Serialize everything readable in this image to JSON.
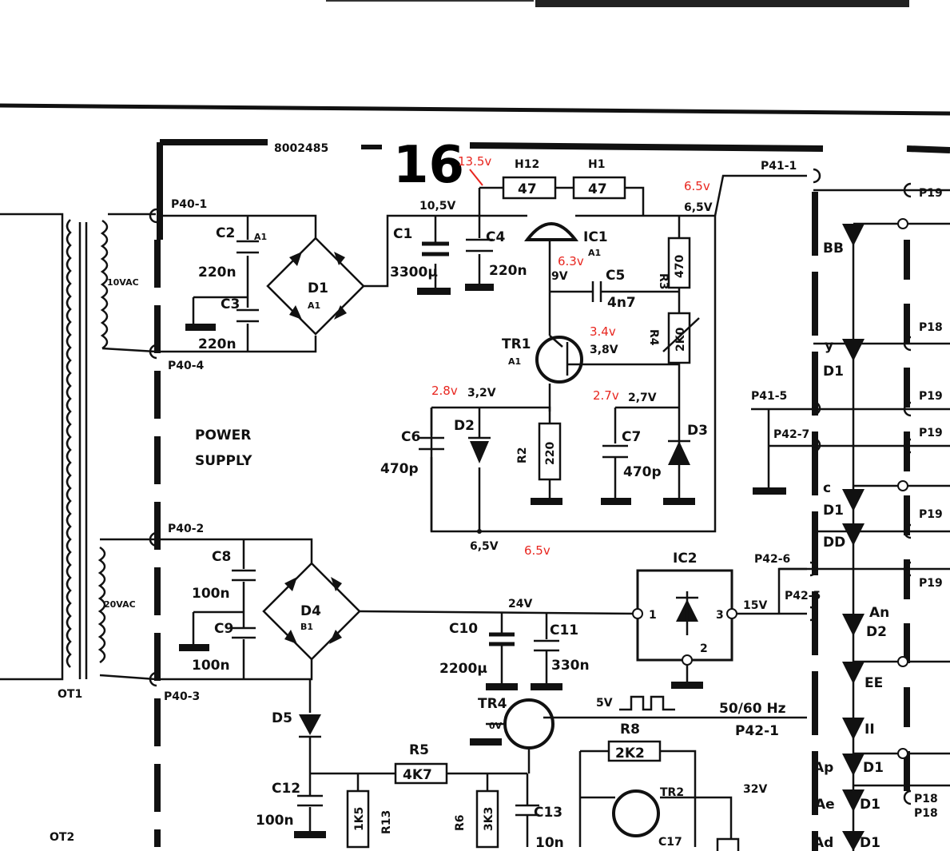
{
  "labels": {
    "doc_number": "8002485",
    "page_number": "16",
    "power_supply_1": "POWER",
    "power_supply_2": "SUPPLY",
    "ot1": "OT1",
    "ot2": "OT2",
    "vac10": "10VAC",
    "vac20": "20VAC",
    "p40_1": "P40-1",
    "p40_4": "P40-4",
    "p40_2": "P40-2",
    "p40_3": "P40-3",
    "p41_1": "P41-1",
    "p41_5": "P41-5",
    "p42_7": "P42-7",
    "p42_6": "P42-6",
    "p42_5": "P42-5",
    "p42_1": "P42-1",
    "p19a": "P19",
    "p18a": "P18",
    "p19b": "P19",
    "p19c": "P19",
    "p19d": "P19",
    "p19e": "P19",
    "p18b": "P18",
    "p18c": "P18",
    "c2": "C2",
    "c2v": "220n",
    "c3": "C3",
    "c3v": "220n",
    "d1": "D1",
    "d1s": "A1",
    "c1": "C1",
    "c1v": "3300µ",
    "c4": "C4",
    "c4v": "220n",
    "ic1": "IC1",
    "ic1s": "A1",
    "c5": "C5",
    "c5v": "4n7",
    "r3": "R3",
    "r3v": "470",
    "r4": "R4",
    "r4v": "2K0",
    "h12": "H12",
    "h12v": "47",
    "h1": "H1",
    "h1v": "47",
    "tr1": "TR1",
    "tr1s": "A1",
    "c6": "C6",
    "c6v": "470p",
    "d2": "D2",
    "r2": "R2",
    "r2v": "220",
    "c7": "C7",
    "c7v": "470p",
    "d3": "D3",
    "c8": "C8",
    "c8v": "100n",
    "c9": "C9",
    "c9v": "100n",
    "d4": "D4",
    "d4s": "B1",
    "c10": "C10",
    "c10v": "2200µ",
    "c11": "C11",
    "c11v": "330n",
    "ic2": "IC2",
    "d5": "D5",
    "c12": "C12",
    "c12v": "100n",
    "r13": "R13",
    "r13v": "1K5",
    "r5": "R5",
    "r5v": "4K7",
    "r6": "R6",
    "r6v": "3K3",
    "c13": "C13",
    "c13v": "10n",
    "tr4": "TR4",
    "r8": "R8",
    "r8v": "2K2",
    "tr2": "TR2",
    "c17": "C17",
    "v10_5": "10,5V",
    "v6_5": "6,5V",
    "v6_5b": "6,5V",
    "v9": "9V",
    "v3_8": "3,8V",
    "v3_2": "3,2V",
    "v2_7": "2,7V",
    "v24": "24V",
    "v15": "15V",
    "v5": "5V",
    "v0": "0V",
    "v32": "32V",
    "freq": "50/60 Hz",
    "bb": "BB",
    "y": "y",
    "d1r": "D1",
    "c_lbl": "c",
    "d1r2": "D1",
    "dd": "DD",
    "an": "An",
    "d2r": "D2",
    "ee": "EE",
    "ii": "II",
    "ap": "Ap",
    "ae": "Ae",
    "ad": "Ad",
    "d1a": "D1",
    "d1b": "D1",
    "d1c": "D1",
    "pin1": "1",
    "pin2": "2",
    "pin3": "3",
    "a1": "A1",
    "b1": "B1",
    "d1tag": "D1",
    "c1tag": "C1"
  },
  "annotations": {
    "v13_5": "13.5v",
    "v6_5_top": "6.5v",
    "v6_3": "6.3v",
    "v3_4": "3.4v",
    "v2_8": "2.8v",
    "v2_7": "2.7v",
    "v6_5_bot": "6.5v"
  },
  "colors": {
    "ink": "#111111",
    "annotation": "#e8261f",
    "paper": "#ffffff"
  }
}
